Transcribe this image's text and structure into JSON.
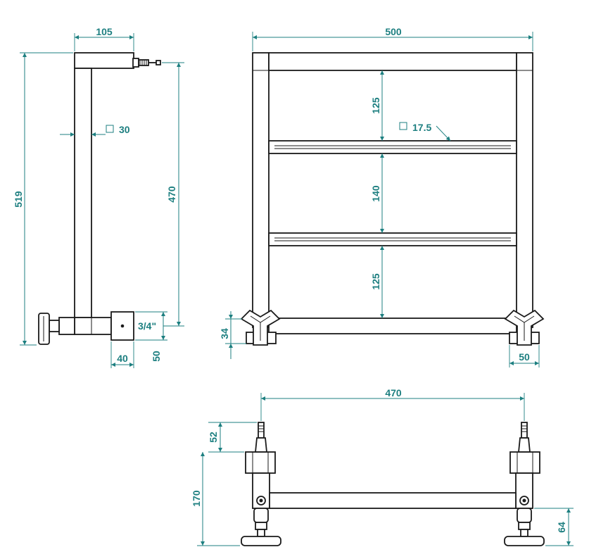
{
  "drawing": {
    "side_view": {
      "top_width": "105",
      "profile": "30",
      "total_height": "519",
      "axis_height": "470",
      "thread": "3/4\"",
      "connector_width": "40",
      "connector_height": "50"
    },
    "front_view": {
      "total_width": "500",
      "gap_top": "125",
      "gap_middle": "140",
      "gap_bottom": "125",
      "bar_profile": "17.5",
      "foot_height": "34",
      "leg_width": "50"
    },
    "top_view": {
      "axis_width": "470",
      "valve_height": "52",
      "total_height": "170",
      "bottom_offset": "64"
    }
  },
  "colors": {
    "dimension": "#1d7f80",
    "outline": "#1a1a1a"
  }
}
